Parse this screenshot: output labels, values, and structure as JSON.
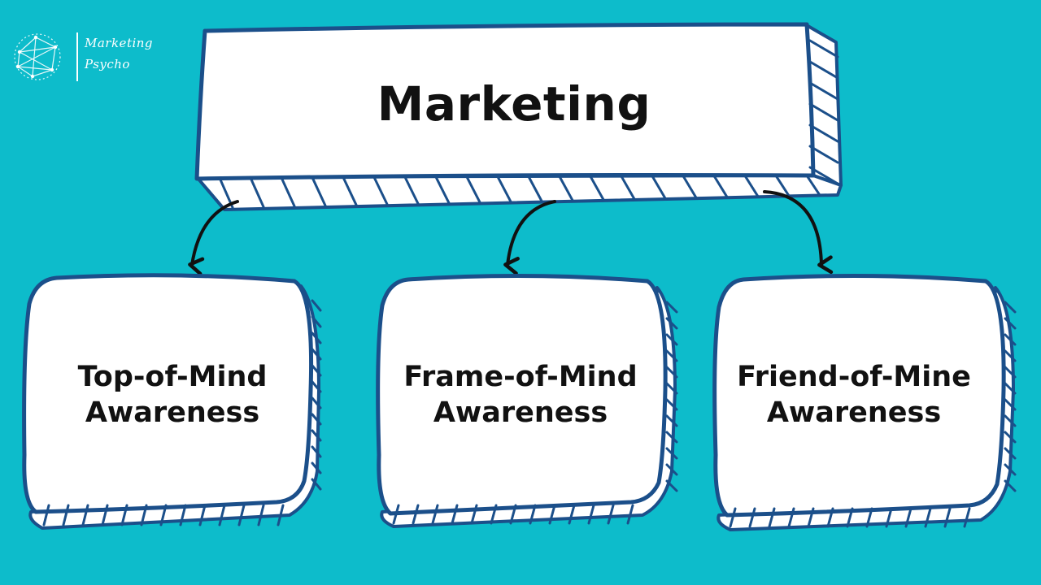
{
  "colors": {
    "background": "#0dbccb",
    "box_fill": "#ffffff",
    "outline": "#1b4f8a",
    "arrow": "#111111",
    "text": "#111111"
  },
  "logo": {
    "line1": "Marketing",
    "line2": "Psycho",
    "icon": "network-polygon-icon"
  },
  "diagram": {
    "root": "Marketing",
    "children": [
      {
        "line1": "Top-of-Mind",
        "line2": "Awareness"
      },
      {
        "line1": "Frame-of-Mind",
        "line2": "Awareness"
      },
      {
        "line1": "Friend-of-Mine",
        "line2": "Awareness"
      }
    ]
  }
}
